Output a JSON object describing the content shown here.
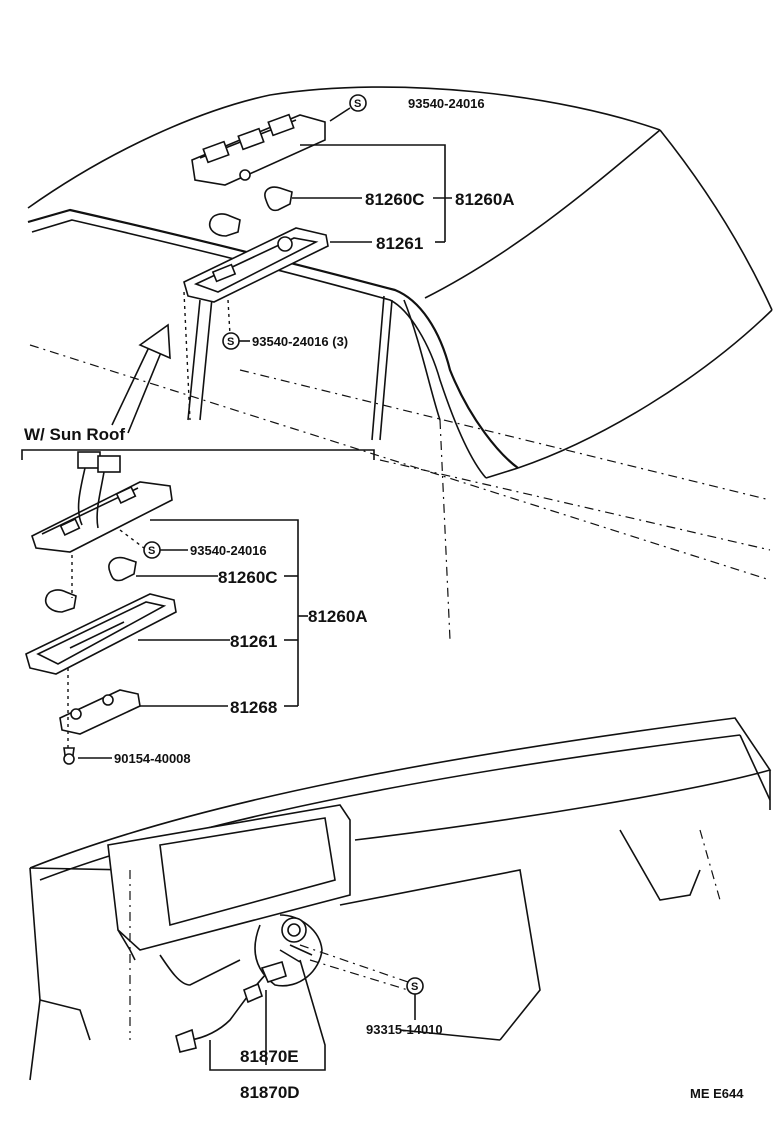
{
  "section_title": "W/ Sun Roof",
  "figure_code": "ME  E644",
  "standard_part_symbol": "S",
  "parts": {
    "top_screw": "93540-24016",
    "top_bulb": "81260C",
    "top_assembly": "81260A",
    "top_lens": "81261",
    "top_lens_screws": "93540-24016 (3)",
    "sr_screw": "93540-24016",
    "sr_bulb": "81260C",
    "sr_assembly": "81260A",
    "sr_lens": "81261",
    "sr_bracket": "81268",
    "sr_bolt": "90154-40008",
    "dash_screw": "93315-14010",
    "dash_socket": "81870E",
    "dash_lamp": "81870D"
  }
}
